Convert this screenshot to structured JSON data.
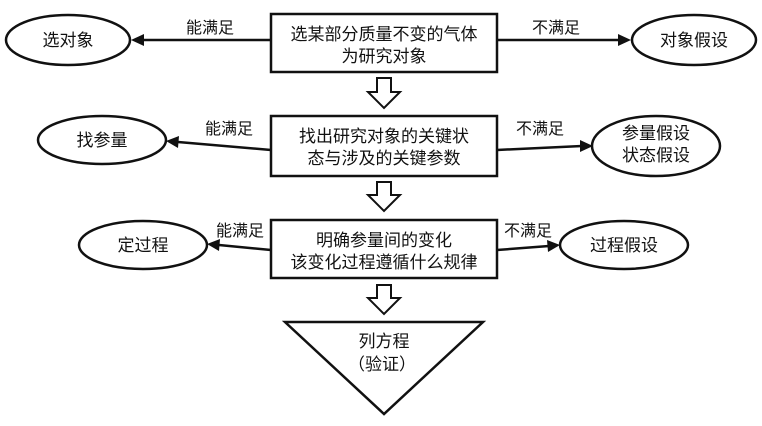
{
  "steps": [
    {
      "lines": [
        "选某部分质量不变的气体",
        "为研究对象"
      ],
      "yes_label": "能满足",
      "yes_result": [
        "选对象"
      ],
      "no_label": "不满足",
      "no_result": [
        "对象假设"
      ]
    },
    {
      "lines": [
        "找出研究对象的关键状",
        "态与涉及的关键参数"
      ],
      "yes_label": "能满足",
      "yes_result": [
        "找参量"
      ],
      "no_label": "不满足",
      "no_result": [
        "参量假设",
        "状态假设"
      ]
    },
    {
      "lines": [
        "明确参量间的变化",
        "该变化过程遵循什么规律"
      ],
      "yes_label": "能满足",
      "yes_result": [
        "定过程"
      ],
      "no_label": "不满足",
      "no_result": [
        "过程假设"
      ]
    }
  ],
  "final": [
    "列方程",
    "（验证）"
  ]
}
